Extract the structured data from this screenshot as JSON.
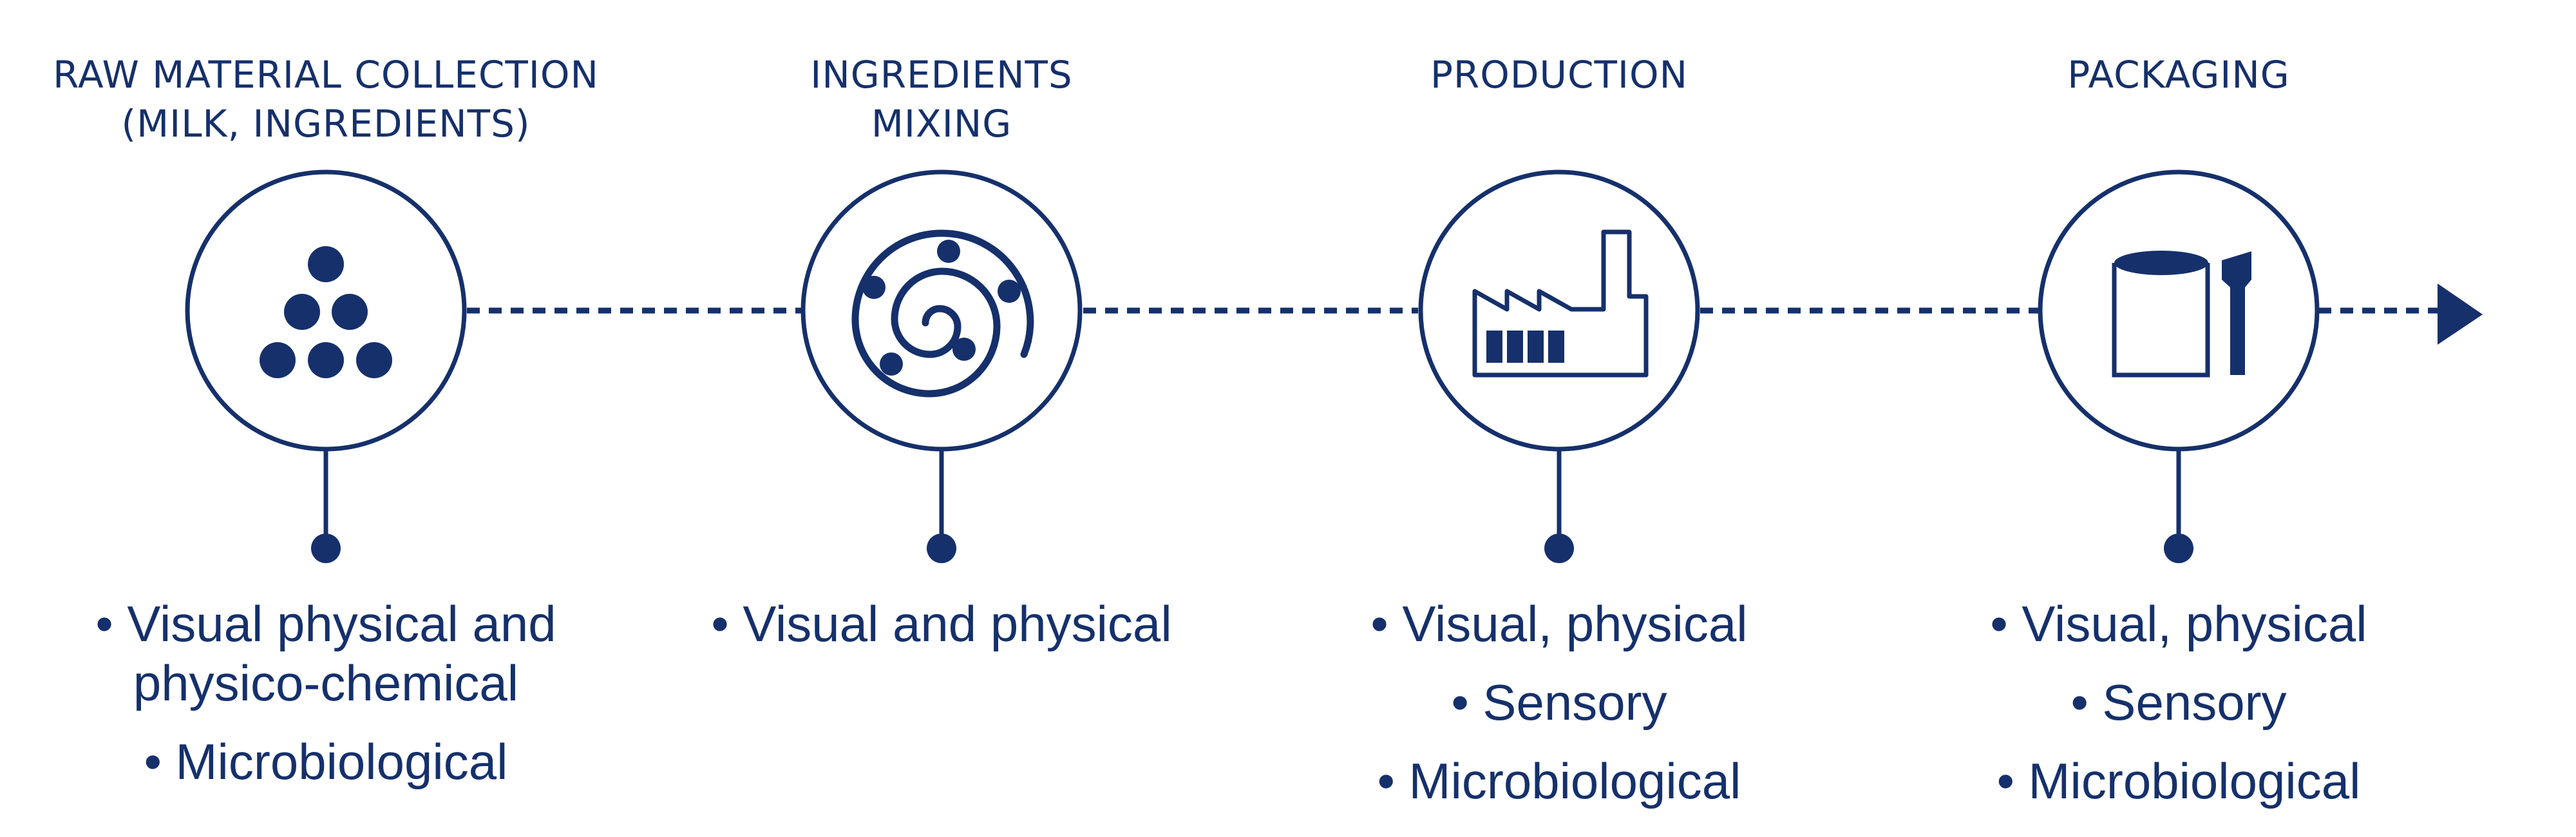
{
  "colors": {
    "primary": "#15306b",
    "background": "#ffffff"
  },
  "bullet": "•",
  "stages": [
    {
      "title": [
        "RAW MATERIAL COLLECTION",
        "(MILK, INGREDIENTS)"
      ],
      "icon": "dots-pyramid-icon",
      "checks": [
        [
          "Visual physical and",
          "physico-chemical"
        ],
        [
          "Microbiological"
        ]
      ]
    },
    {
      "title": [
        "INGREDIENTS",
        "MIXING"
      ],
      "icon": "spiral-mixing-icon",
      "checks": [
        [
          "Visual and physical"
        ]
      ]
    },
    {
      "title": [
        "PRODUCTION"
      ],
      "icon": "factory-icon",
      "checks": [
        [
          "Visual, physical"
        ],
        [
          "Sensory"
        ],
        [
          "Microbiological"
        ]
      ]
    },
    {
      "title": [
        "PACKAGING"
      ],
      "icon": "package-icon",
      "checks": [
        [
          "Visual, physical"
        ],
        [
          "Sensory"
        ],
        [
          "Microbiological"
        ]
      ]
    }
  ]
}
